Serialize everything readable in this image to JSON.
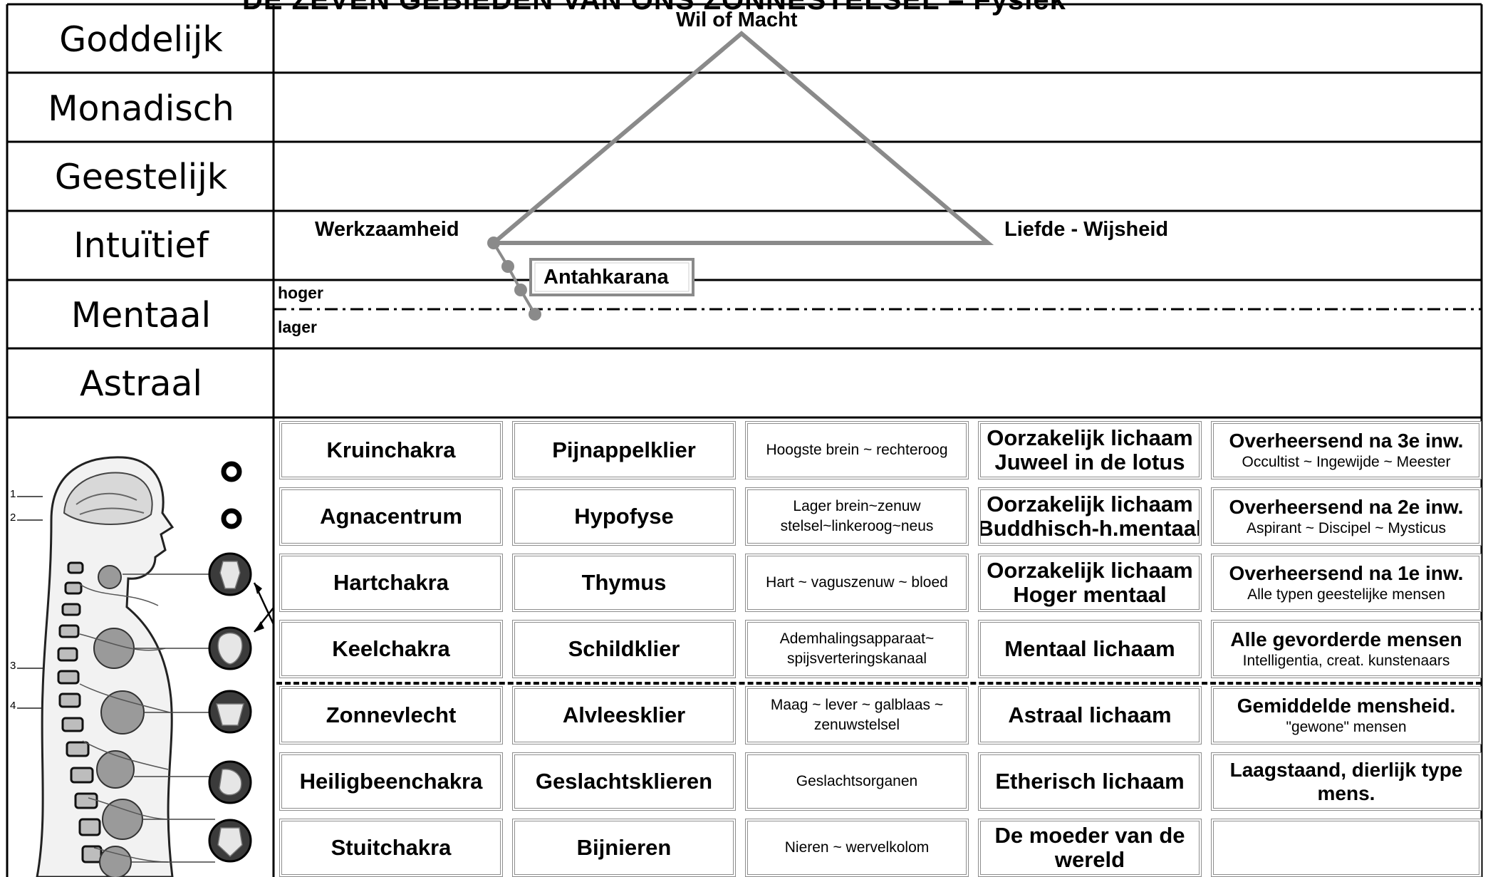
{
  "title": "DE ZEVEN GEBIEDEN VAN ONS ZONNESTELSEL – Fysiek",
  "planes": [
    "Goddelijk",
    "Monadisch",
    "Geestelijk",
    "Intuïtief",
    "Mentaal",
    "Astraal"
  ],
  "triangle": {
    "top": "Wil of Macht",
    "left": "Werkzaamheid",
    "right": "Liefde - Wijsheid"
  },
  "antahkarana": "Antahkarana",
  "mental_split": {
    "upper": "hoger",
    "lower": "lager"
  },
  "rows": [
    {
      "chakra": "Kruinchakra",
      "gland": "Pijnappelklier",
      "organs": "Hoogste brein ~ rechteroog",
      "body_lines": [
        "Oorzakelijk lichaam",
        "Juweel in de lotus"
      ],
      "type_head": "Overheersend na 3e inw.",
      "type_sub": "Occultist ~ Ingewijde ~ Meester"
    },
    {
      "chakra": "Agnacentrum",
      "gland": "Hypofyse",
      "organs": "Lager brein~zenuw stelsel~linkeroog~neus",
      "body_lines": [
        "Oorzakelijk lichaam",
        "Buddhisch-h.mentaal"
      ],
      "type_head": "Overheersend na 2e inw.",
      "type_sub": "Aspirant ~ Discipel ~ Mysticus"
    },
    {
      "chakra": "Hartchakra",
      "gland": "Thymus",
      "organs": "Hart ~ vaguszenuw ~ bloed",
      "body_lines": [
        "Oorzakelijk lichaam",
        "Hoger mentaal"
      ],
      "type_head": "Overheersend na 1e inw.",
      "type_sub": "Alle typen geestelijke mensen"
    },
    {
      "chakra": "Keelchakra",
      "gland": "Schildklier",
      "organs": "Ademhalingsapparaat~ spijsverteringskanaal",
      "body_lines": [
        "Mentaal lichaam"
      ],
      "type_head": "Alle gevorderde mensen",
      "type_sub": "Intelligentia, creat. kunstenaars"
    },
    {
      "chakra": "Zonnevlecht",
      "gland": "Alvleesklier",
      "organs": "Maag ~ lever ~ galblaas ~ zenuwstelsel",
      "body_lines": [
        "Astraal lichaam"
      ],
      "type_head": "Gemiddelde mensheid.",
      "type_sub": "\"gewone\" mensen"
    },
    {
      "chakra": "Heiligbeenchakra",
      "gland": "Geslachtsklieren",
      "organs": "Geslachtsorganen",
      "body_lines": [
        "Etherisch lichaam"
      ],
      "type_head": "Laagstaand, dierlijk type mens.",
      "type_sub": ""
    },
    {
      "chakra": "Stuitchakra",
      "gland": "Bijnieren",
      "organs": "Nieren ~ wervelkolom",
      "body_lines": [
        "De moeder van de",
        "wereld"
      ],
      "type_head": "",
      "type_sub": ""
    }
  ],
  "figure_numbers": [
    "1",
    "2",
    "3",
    "4"
  ],
  "colors": {
    "grid": "#000000",
    "triangle": "#8a8a8a",
    "cell_border": "#8d8d8d"
  }
}
